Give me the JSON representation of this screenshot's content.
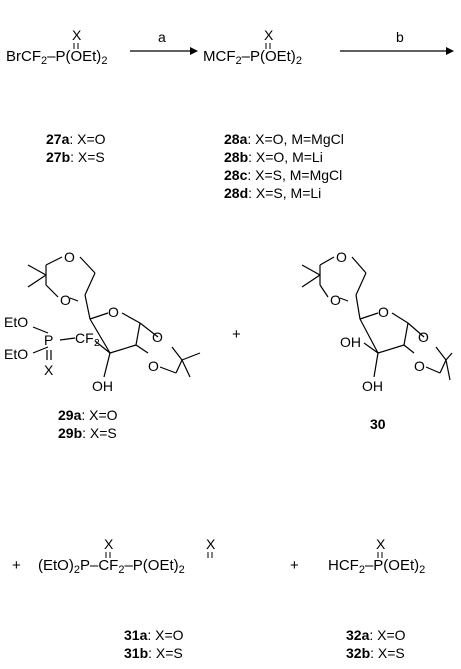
{
  "scheme": {
    "step1": {
      "reactant_formula": "BrCF2–P(OEt)2",
      "reactant_lead": "BrCF",
      "sub2": "2",
      "dash": "–P(OEt)",
      "x_atom": "X",
      "arrow_label_a": "a",
      "product_lead": "MCF",
      "product_formula": "MCF2–P(OEt)2",
      "arrow_label_b": "b"
    },
    "labels_27": [
      {
        "id": "27a",
        "text": ": X=O"
      },
      {
        "id": "27b",
        "text": ": X=S"
      }
    ],
    "labels_28": [
      {
        "id": "28a",
        "text": ": X=O, M=MgCl"
      },
      {
        "id": "28b",
        "text": ": X=O, M=Li"
      },
      {
        "id": "28c",
        "text": ": X=S, M=MgCl"
      },
      {
        "id": "28d",
        "text": ": X=S, M=Li"
      }
    ],
    "plus": "+",
    "compound29": {
      "atoms": {
        "o": "O",
        "eto": "EtO",
        "cf2": "CF",
        "two": "2",
        "p": "P",
        "x": "X",
        "oh": "OH"
      },
      "labels": [
        {
          "id": "29a",
          "text": ": X=O"
        },
        {
          "id": "29b",
          "text": ": X=S"
        }
      ]
    },
    "compound30": {
      "atoms": {
        "o": "O",
        "oh": "OH"
      },
      "label": "30"
    },
    "row4": {
      "lead_open": "(EtO)",
      "p": "P",
      "cf": "CF",
      "tail": "P(OEt)",
      "hcf": "HCF",
      "x_atom": "X"
    },
    "labels_31": [
      {
        "id": "31a",
        "text": ": X=O"
      },
      {
        "id": "31b",
        "text": ": X=S"
      }
    ],
    "labels_32": [
      {
        "id": "32a",
        "text": ": X=O"
      },
      {
        "id": "32b",
        "text": ": X=S"
      }
    ]
  }
}
